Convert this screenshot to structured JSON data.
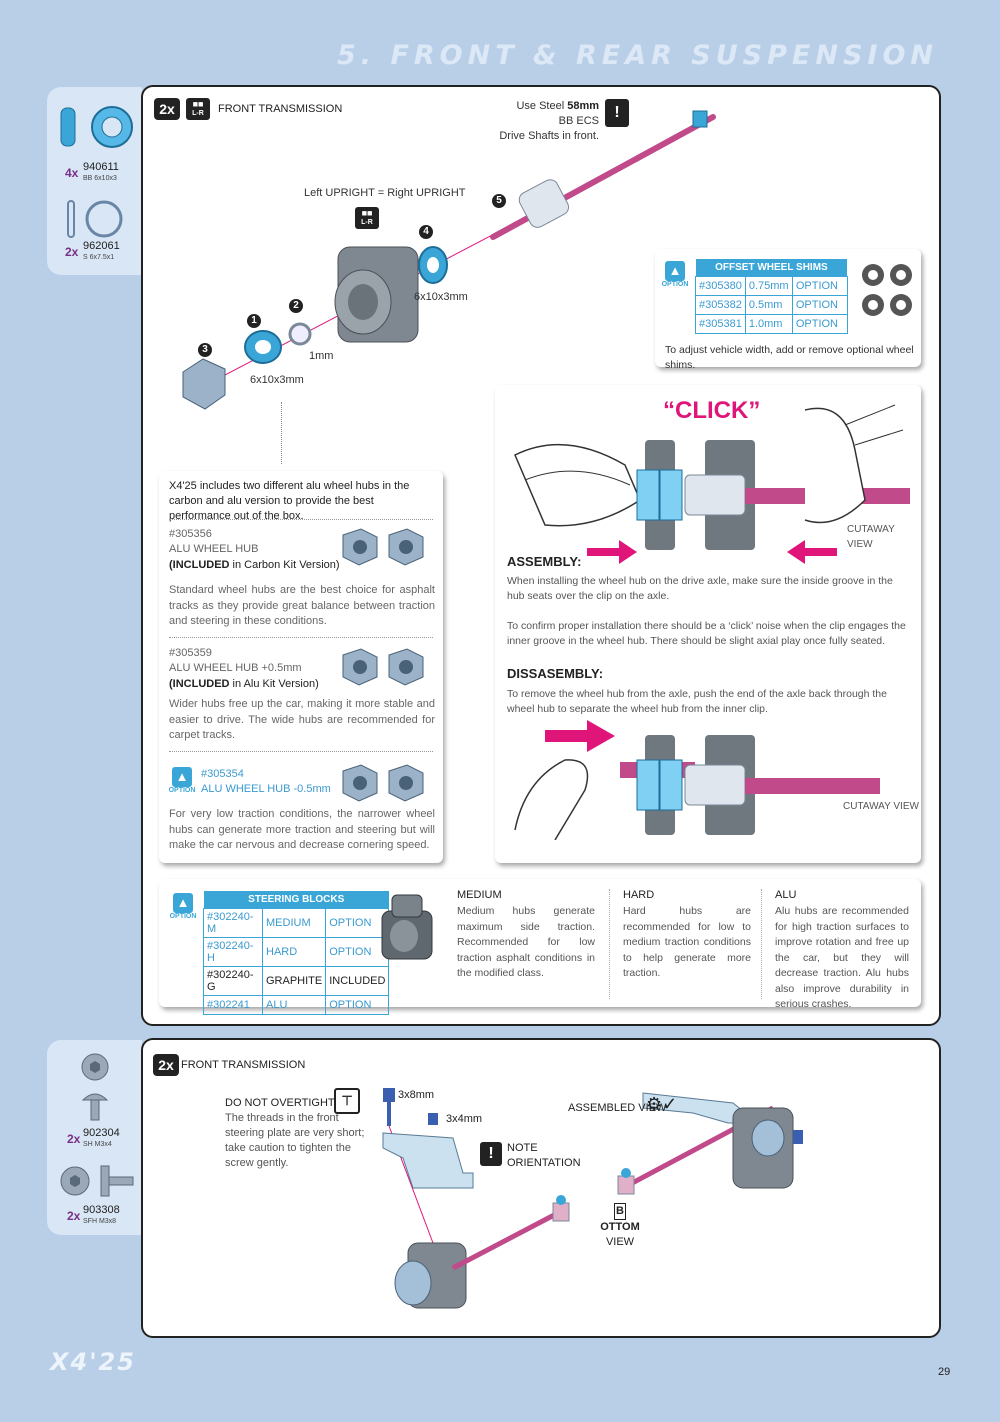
{
  "page": {
    "section_title": "5. FRONT & REAR SUSPENSION",
    "page_number": "29",
    "footer_logo": "X4'25"
  },
  "parts_top": [
    {
      "qty": "4x",
      "num": "940611",
      "desc": "BB 6x10x3"
    },
    {
      "qty": "2x",
      "num": "962061",
      "desc": "S 6x7.5x1"
    }
  ],
  "parts_bottom": [
    {
      "qty": "2x",
      "num": "902304",
      "desc": "SH M3x4"
    },
    {
      "qty": "2x",
      "num": "903308",
      "desc": "SFH M3x8"
    }
  ],
  "step1": {
    "badge": "2x",
    "lr": "L-R",
    "title": "FRONT TRANSMISSION",
    "note_pre": "Use Steel ",
    "note_bold": "58mm",
    "note_post": " BB ECS",
    "note_line2": "Drive Shafts in front.",
    "upright_note": "Left UPRIGHT = Right UPRIGHT",
    "callouts": {
      "n1": "1",
      "n2": "2",
      "n3": "3",
      "n4": "4",
      "n5": "5",
      "bearing_a": "6x10x3mm",
      "bearing_b": "6x10x3mm",
      "shim": "1mm"
    },
    "shims": {
      "option": "OPTION",
      "table_title": "OFFSET WHEEL SHIMS",
      "rows": [
        {
          "part": "#305380",
          "size": "0.75mm",
          "status": "OPTION"
        },
        {
          "part": "#305382",
          "size": "0.5mm",
          "status": "OPTION"
        },
        {
          "part": "#305381",
          "size": "1.0mm",
          "status": "OPTION"
        }
      ],
      "note": "To adjust vehicle width, add or remove optional wheel shims."
    },
    "hubs": {
      "intro": "X4'25 includes two different alu wheel hubs in the carbon and alu version to provide the best performance out of the box.",
      "items": [
        {
          "part": "#305356",
          "name": "ALU WHEEL HUB",
          "incl_pre": "(INCLUDED",
          "incl_post": " in Carbon Kit Version)",
          "text": "Standard wheel hubs are the best choice for asphalt tracks as they provide great balance between traction and steering in these conditions."
        },
        {
          "part": "#305359",
          "name": "ALU WHEEL HUB +0.5mm",
          "incl_pre": "(INCLUDED",
          "incl_post": " in Alu Kit Version)",
          "text": "Wider hubs free up the car, making it more stable and easier to drive. The wide hubs are recommended for carpet tracks."
        },
        {
          "part": "#305354",
          "name": "ALU WHEEL HUB -0.5mm",
          "option": "OPTION",
          "text": "For very low traction conditions, the narrower wheel hubs can generate more traction and steering but will make the car nervous and decrease cornering speed."
        }
      ]
    },
    "assembly": {
      "click": "“CLICK”",
      "cutaway1": "CUTAWAY VIEW",
      "cutaway2": "CUTAWAY VIEW",
      "assembly_title": "ASSEMBLY:",
      "assembly_text1": "When installing the wheel hub on the drive axle, make sure the inside groove in the hub seats over the clip on the axle.",
      "assembly_text2": "To confirm proper installation there should be a ‘click’ noise when the clip engages the inner groove in the wheel hub. There should be slight axial play once fully seated.",
      "dis_title": "DISSASEMBLY:",
      "dis_text": "To remove the wheel hub from the axle, push the end of the axle back through the wheel hub to separate the wheel hub from the inner clip."
    },
    "steering": {
      "option": "OPTION",
      "table_title": "STEERING BLOCKS",
      "rows": [
        {
          "part": "#302240-M",
          "type": "MEDIUM",
          "status": "OPTION",
          "included": false
        },
        {
          "part": "#302240-H",
          "type": "HARD",
          "status": "OPTION",
          "included": false
        },
        {
          "part": "#302240-G",
          "type": "GRAPHITE",
          "status": "INCLUDED",
          "included": true
        },
        {
          "part": "#302241",
          "type": "ALU",
          "status": "OPTION",
          "included": false
        }
      ],
      "cols": [
        {
          "title": "MEDIUM",
          "text": "Medium hubs generate maximum side traction. Recommended for low traction asphalt conditions in the modified class."
        },
        {
          "title": "HARD",
          "text": "Hard hubs are recommended for low to medium traction conditions to help generate more traction."
        },
        {
          "title": "ALU",
          "text": "Alu hubs are recommended for high traction surfaces to improve rotation and free up the car, but they will decrease traction. Alu hubs also improve durability in serious crashes."
        }
      ]
    }
  },
  "step2": {
    "badge": "2x",
    "title": "FRONT TRANSMISSION",
    "warn_title": "DO NOT OVERTIGHTEN",
    "warn_text": "The threads in the front steering plate are very short; take caution to tighten the screw gently.",
    "screw1": "3x8mm",
    "screw2": "3x4mm",
    "note": "NOTE",
    "orientation": "ORIENTATION",
    "assembled": "ASSEMBLED VIEW",
    "bottom_b": "B",
    "bottom_rest": "OTTOM",
    "bottom_view": "VIEW"
  },
  "colors": {
    "accent": "#3aa6d8",
    "pink": "#e0157a",
    "purple": "#7a2f86",
    "bg": "#b9cfe8"
  }
}
